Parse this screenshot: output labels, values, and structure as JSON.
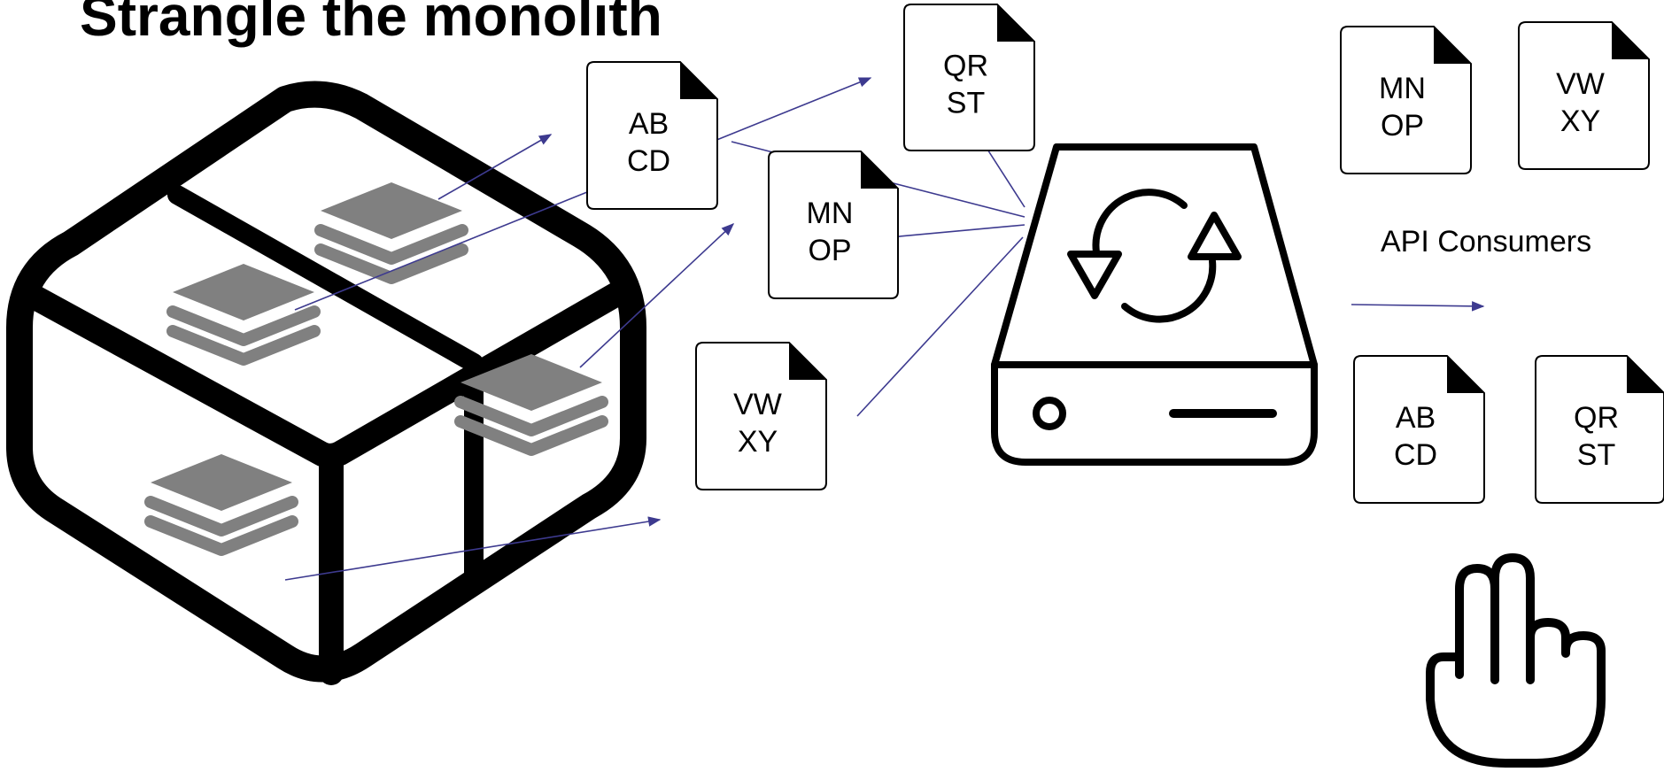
{
  "title": "Strangle the monolith",
  "consumers_label": "API Consumers",
  "documents": {
    "abcd_main": [
      "AB",
      "CD"
    ],
    "qrst_main": [
      "QR",
      "ST"
    ],
    "mnop_main": [
      "MN",
      "OP"
    ],
    "vwxy_main": [
      "VW",
      "XY"
    ],
    "mnop_consumer": [
      "MN",
      "OP"
    ],
    "vwxy_consumer": [
      "VW",
      "XY"
    ],
    "abcd_consumer": [
      "AB",
      "CD"
    ],
    "qrst_consumer": [
      "QR",
      "ST"
    ]
  },
  "icons": {
    "monolith": "monolith-box-icon",
    "service": "sync-drive-icon",
    "hand": "hand-pointer-icon"
  },
  "colors": {
    "arrow": "#3d3a8f",
    "layers": "#808080",
    "ink": "#000000"
  }
}
